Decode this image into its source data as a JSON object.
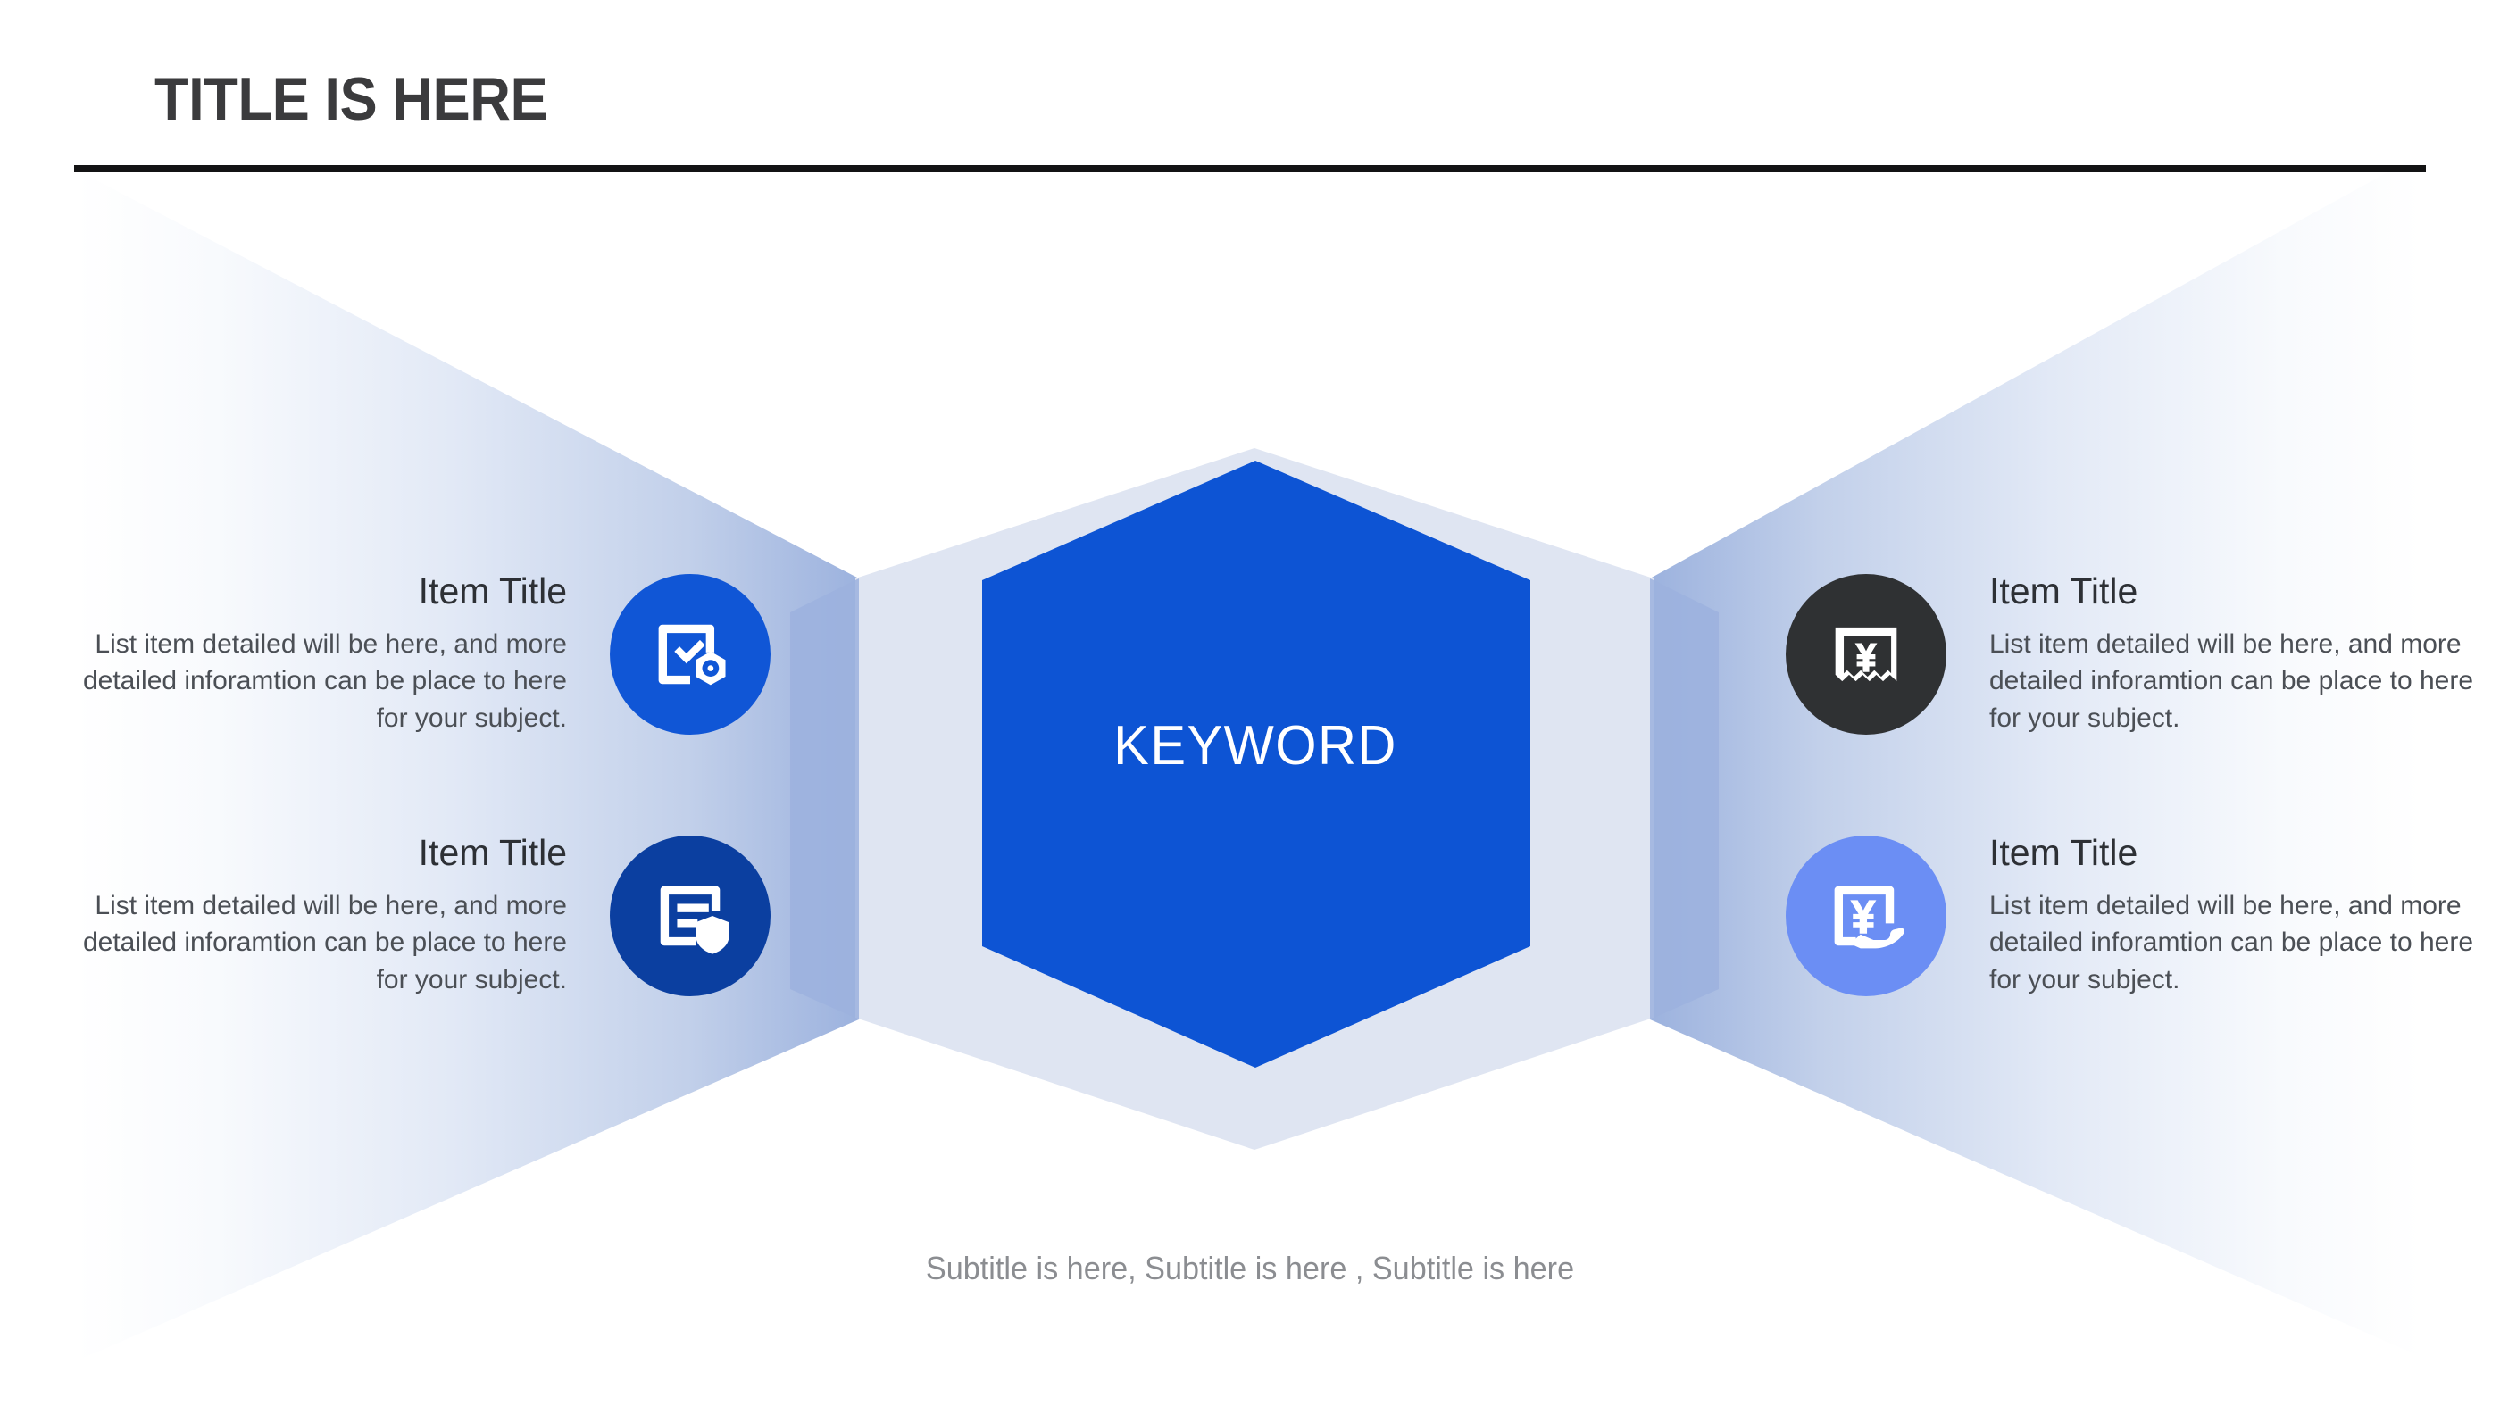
{
  "slide": {
    "title": "TITLE IS HERE",
    "subtitle": "Subtitle is here, Subtitle is here , Subtitle is here",
    "center_keyword": "KEYWORD"
  },
  "colors": {
    "title_text": "#3b3b3d",
    "rule": "#131314",
    "center_hexagon": "#0d54d4",
    "outer_hexagon": "#dfe5f2",
    "wedge_dark": "#9cb2de",
    "wedge_light": "#ffffff",
    "item_title_text": "#2d3035",
    "item_desc_text": "#4b4f55",
    "subtitle_text": "#8b8d91"
  },
  "items": [
    {
      "side": "left",
      "title": "Item Title",
      "description": "List item detailed will be here, and more detailed inforamtion can be place to here for your subject.",
      "icon": "checkbox-gear-icon",
      "icon_bg": "#1056d6",
      "icon_fg": "#ffffff"
    },
    {
      "side": "left",
      "title": "Item Title",
      "description": "List item detailed will be here, and more detailed inforamtion can be place to here for your subject.",
      "icon": "document-shield-icon",
      "icon_bg": "#0b3fa0",
      "icon_fg": "#ffffff"
    },
    {
      "side": "right",
      "title": "Item Title",
      "description": "List item detailed will be here, and more detailed inforamtion can be place to here for your subject.",
      "icon": "receipt-yen-icon",
      "icon_bg": "#2f3133",
      "icon_fg": "#ffffff"
    },
    {
      "side": "right",
      "title": "Item Title",
      "description": "List item detailed will be here, and more detailed inforamtion can be place to here for your subject.",
      "icon": "yen-in-hand-icon",
      "icon_bg": "#6b8ef4",
      "icon_fg": "#ffffff"
    }
  ]
}
